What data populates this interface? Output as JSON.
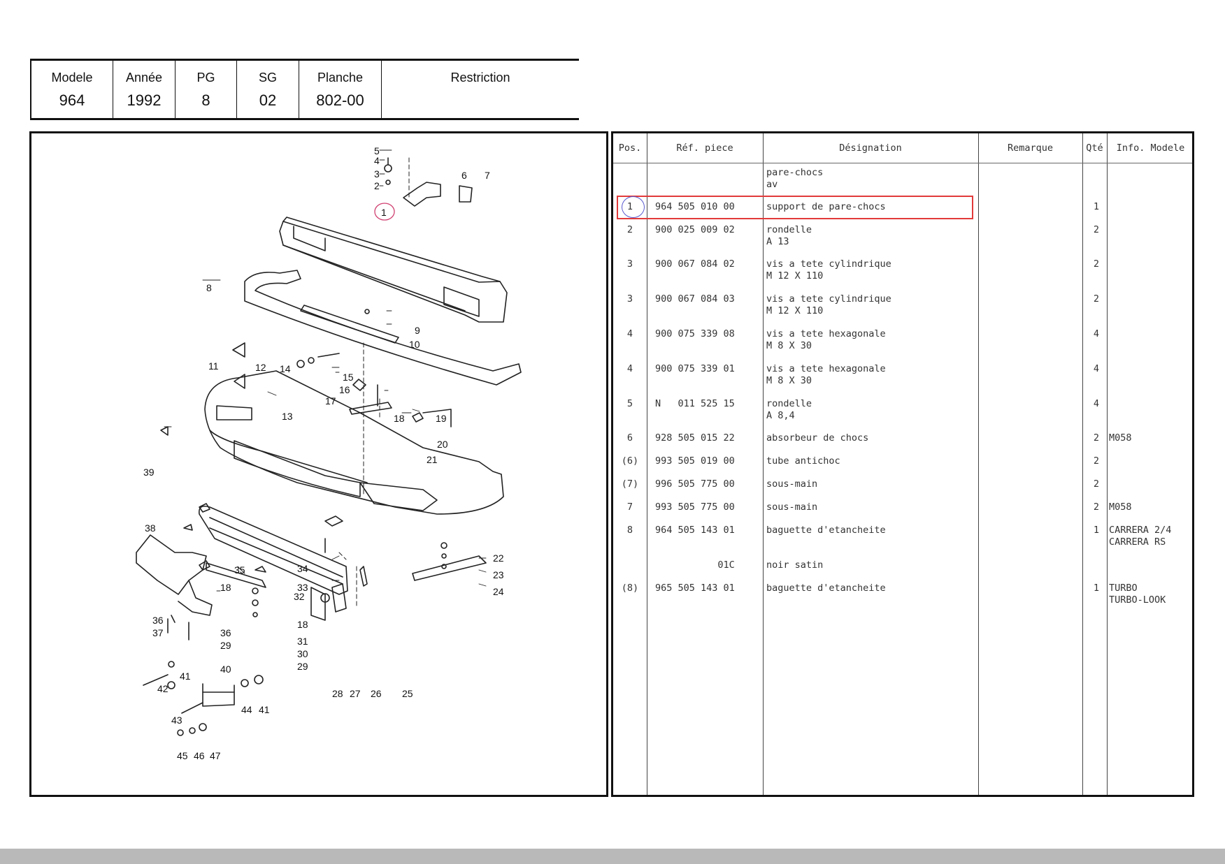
{
  "header": {
    "columns": [
      {
        "label": "Modele",
        "value": "964"
      },
      {
        "label": "Année",
        "value": "1992"
      },
      {
        "label": "PG",
        "value": "8"
      },
      {
        "label": "SG",
        "value": "02"
      },
      {
        "label": "Planche",
        "value": "802-00"
      },
      {
        "label": "Restriction",
        "value": ""
      }
    ]
  },
  "diagram": {
    "callouts": [
      "1",
      "2",
      "3",
      "4",
      "5",
      "6",
      "7",
      "8",
      "9",
      "10",
      "11",
      "12",
      "13",
      "14",
      "15",
      "16",
      "17",
      "18",
      "19",
      "20",
      "21",
      "22",
      "23",
      "24",
      "25",
      "26",
      "27",
      "28",
      "29",
      "30",
      "31",
      "32",
      "33",
      "34",
      "35",
      "36",
      "37",
      "38",
      "39",
      "40",
      "41",
      "42",
      "43",
      "44",
      "45",
      "46",
      "47"
    ]
  },
  "parts_table": {
    "headers": {
      "pos": "Pos.",
      "ref": "Réf. piece",
      "designation": "Désignation",
      "remarque": "Remarque",
      "qte": "Qté",
      "info": "Info. Modele"
    },
    "rows": [
      {
        "pos": "",
        "ref": "",
        "designation": "pare-chocs\nav",
        "qte": "",
        "info": ""
      },
      {
        "pos": "1",
        "ref": "964 505 010 00",
        "designation": "support de pare-chocs",
        "qte": "1",
        "info": ""
      },
      {
        "pos": "2",
        "ref": "900 025 009 02",
        "designation": "rondelle\nA 13",
        "qte": "2",
        "info": ""
      },
      {
        "pos": "3",
        "ref": "900 067 084 02",
        "designation": "vis a tete cylindrique\nM 12 X 110",
        "qte": "2",
        "info": ""
      },
      {
        "pos": "3",
        "ref": "900 067 084 03",
        "designation": "vis a tete cylindrique\nM 12 X 110",
        "qte": "2",
        "info": ""
      },
      {
        "pos": "4",
        "ref": "900 075 339 08",
        "designation": "vis a tete hexagonale\nM 8 X 30",
        "qte": "4",
        "info": ""
      },
      {
        "pos": "4",
        "ref": "900 075 339 01",
        "designation": "vis a tete hexagonale\nM 8 X 30",
        "qte": "4",
        "info": ""
      },
      {
        "pos": "5",
        "ref": "N   011 525 15",
        "designation": "rondelle\nA 8,4",
        "qte": "4",
        "info": ""
      },
      {
        "pos": "6",
        "ref": "928 505 015 22",
        "designation": "absorbeur de chocs",
        "qte": "2",
        "info": "M058"
      },
      {
        "pos": "(6)",
        "ref": "993 505 019 00",
        "designation": "tube antichoc",
        "qte": "2",
        "info": ""
      },
      {
        "pos": "(7)",
        "ref": "996 505 775 00",
        "designation": "sous-main",
        "qte": "2",
        "info": ""
      },
      {
        "pos": "7",
        "ref": "993 505 775 00",
        "designation": "sous-main",
        "qte": "2",
        "info": "M058"
      },
      {
        "pos": "8",
        "ref": "964 505 143 01",
        "designation": "baguette d'etancheite",
        "qte": "1",
        "info": "CARRERA 2/4\nCARRERA RS"
      },
      {
        "pos": "",
        "ref": "           01C",
        "designation": "noir satin",
        "qte": "",
        "info": ""
      },
      {
        "pos": "(8)",
        "ref": "965 505 143 01",
        "designation": "baguette d'etancheite",
        "qte": "1",
        "info": "TURBO\nTURBO-LOOK"
      }
    ]
  },
  "colors": {
    "highlight": "#e23a3a",
    "circle_blue": "#5a5ad0",
    "circle_pink": "#d04070"
  }
}
